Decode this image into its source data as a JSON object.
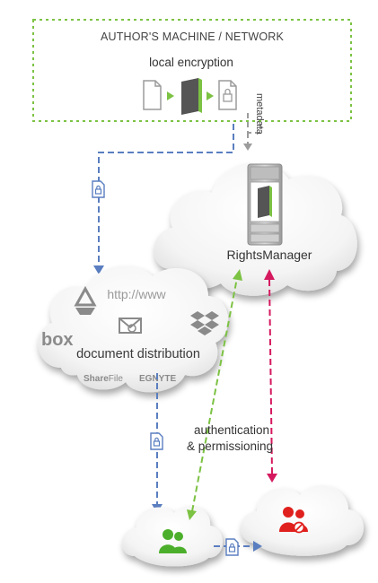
{
  "author_box": {
    "title": "AUTHOR'S MACHINE / NETWORK",
    "subtitle": "local encryption"
  },
  "metadata_label": "metadata",
  "rights_manager": {
    "label": "RightsManager"
  },
  "distribution": {
    "url_text": "http://www",
    "box_logo": "box",
    "label": "document distribution",
    "sharefile_logo_main": "Share",
    "sharefile_logo_sub": "File",
    "egnyte_logo": "EGNYTE"
  },
  "auth_label": {
    "line1": "authentication",
    "line2": "& permissioning"
  },
  "colors": {
    "green": "#7cc243",
    "blue": "#5a7ec0",
    "magenta": "#d5195f",
    "red": "#e0201d",
    "gray": "#9c9c9c",
    "dark_gray": "#5e5e5e"
  },
  "icons": [
    "document-icon",
    "encryption-book-icon",
    "locked-document-icon",
    "google-drive-icon",
    "email-icon",
    "dropbox-icon",
    "users-icon",
    "blocked-users-icon",
    "server-icon"
  ]
}
